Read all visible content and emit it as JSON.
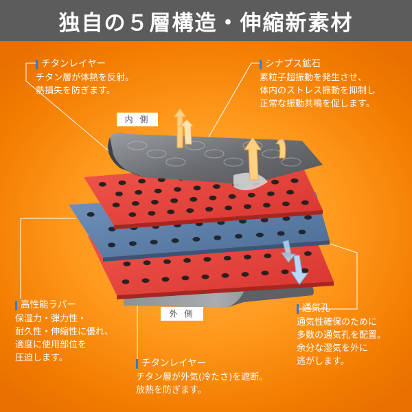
{
  "title": "独自の５層構造・伸縮新素材",
  "labels": {
    "inner": "内 側",
    "outer": "外 側"
  },
  "callouts": {
    "titan_top": {
      "heading": "チタンレイヤー",
      "lines": [
        "チタン層が体熱を反射。",
        "熱損失を防ぎます。"
      ]
    },
    "synapse": {
      "heading": "シナプス鉱石",
      "lines": [
        "素粒子超振動を発生させ、",
        "体内のストレス振動を抑制し",
        "正常な振動共鳴を促します。"
      ]
    },
    "rubber": {
      "heading": "高性能ラバー",
      "lines": [
        "保湿力・弾力性・",
        "耐久性・伸縮性に優れ、",
        "適度に使用部位を",
        "圧迫します。"
      ]
    },
    "vent": {
      "heading": "通気孔",
      "lines": [
        "通気性確保のために",
        "多数の通気孔を配置。",
        "余分な湿気を外に",
        "逃がします。"
      ]
    },
    "titan_bottom": {
      "heading": "チタンレイヤー",
      "lines": [
        "チタン層が外気(冷たさ)を遮断。",
        "放熱を防ぎます。"
      ]
    }
  },
  "colors": {
    "background": "#ff9a1e",
    "title_bar": "#5c5c5c",
    "accent_bar": "#2a7fd0",
    "red_layer": "#e8403a",
    "blue_layer": "#5d7fa8",
    "grey_layer": "#6f7275",
    "arrow_up": "#ffcf82",
    "arrow_down": "#b9d8f5"
  },
  "icons": [
    "arrow-up-icon",
    "arrow-down-icon"
  ]
}
